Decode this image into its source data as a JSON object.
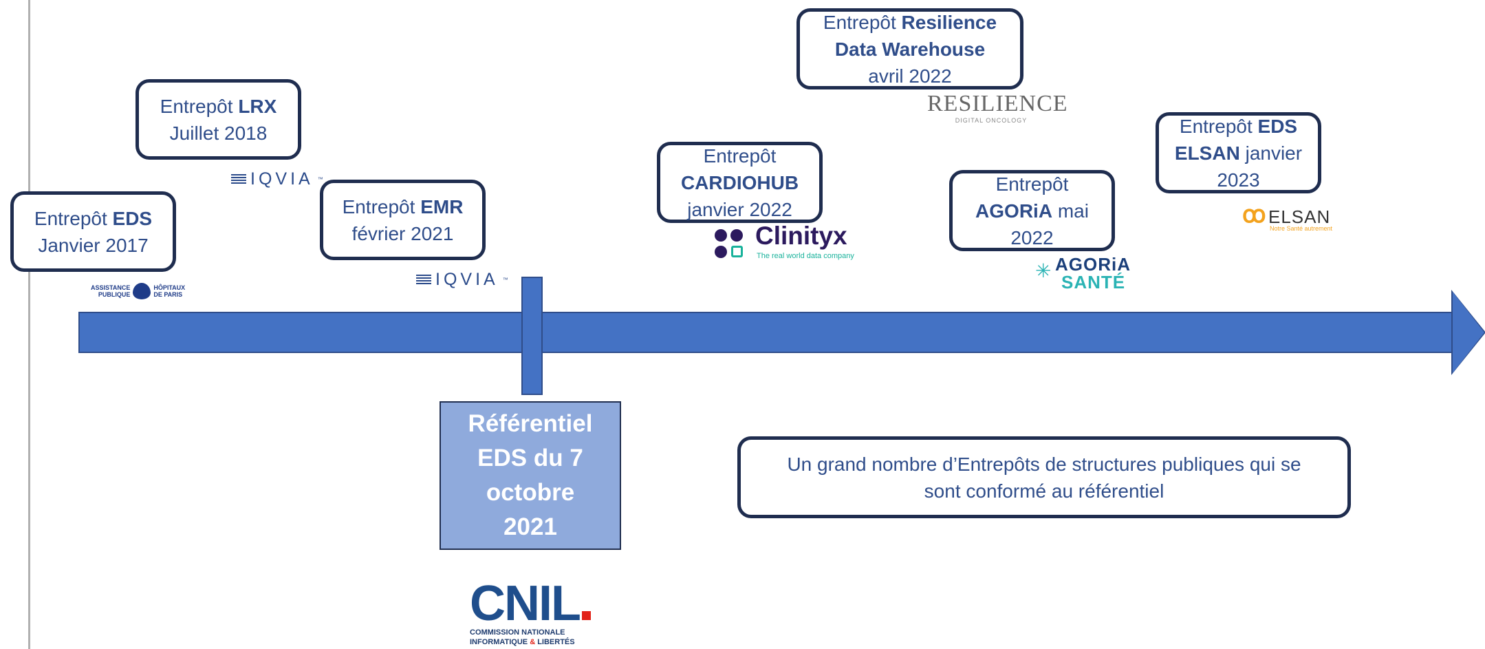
{
  "timeline": {
    "events": [
      {
        "prefix": "Entrepôt ",
        "name": "EDS",
        "date": "Janvier 2017"
      },
      {
        "prefix": "Entrepôt ",
        "name": "LRX",
        "date": "Juillet 2018"
      },
      {
        "prefix": "Entrepôt ",
        "name": "EMR",
        "date": "février 2021"
      },
      {
        "prefix": "Entrepôt",
        "name": "CARDIOHUB",
        "date": "janvier 2022"
      },
      {
        "prefix": "Entrepôt ",
        "name_line1": "Resilience",
        "name_line2": "Data Warehouse",
        "date": "avril 2022"
      },
      {
        "prefix": "Entrepôt",
        "name": "AGORiA",
        "date_suffix": " mai",
        "date": "2022"
      },
      {
        "prefix": "Entrepôt ",
        "name_line1": "EDS",
        "name_line2": "ELSAN",
        "date_suffix": " janvier",
        "date": "2023"
      }
    ],
    "referentiel": {
      "lines": [
        "Référentiel",
        "EDS du 7",
        "octobre",
        "2021"
      ]
    },
    "note": "Un grand nombre d’Entrepôts de structures publiques qui se sont conformé au référentiel"
  },
  "logos": {
    "aphp": {
      "line1": "ASSISTANCE",
      "line2": "PUBLIQUE",
      "line3": "HÔPITAUX",
      "line4": "DE PARIS"
    },
    "iqvia": {
      "word": "IQVIA",
      "tm": "™"
    },
    "resilience": {
      "word": "RESILIENCE",
      "sub": "DIGITAL ONCOLOGY"
    },
    "clinityx": {
      "word": "Clinityx",
      "sub": "The real world data company"
    },
    "agoria": {
      "word1": "AGORiA",
      "word2": "SANTÉ"
    },
    "elsan": {
      "word": "ELSAN",
      "sub": "Notre Santé autrement"
    },
    "cnil": {
      "word": "CNIL",
      "sub1": "COMMISSION NATIONALE",
      "sub2a": "INFORMATIQUE ",
      "sub2amp": "&",
      "sub2b": " LIBERTÉS"
    }
  },
  "colors": {
    "arrow": "#4472c4",
    "box_border": "#1f2d4f",
    "box_text": "#2f4d8a",
    "referentiel_fill": "#8faadc"
  }
}
